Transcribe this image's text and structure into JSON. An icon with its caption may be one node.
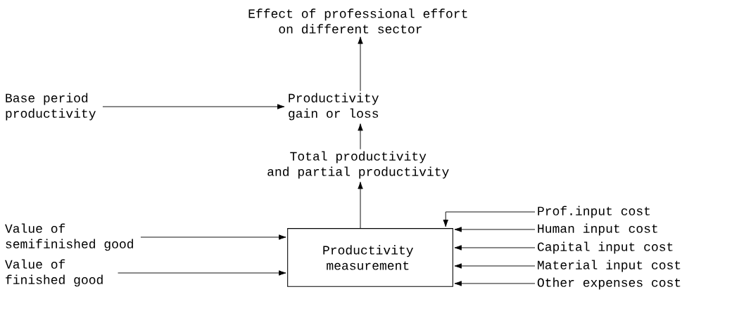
{
  "diagram": {
    "nodes": [
      {
        "text": [
          "Effect of professional effort on different sector"
        ]
      },
      {
        "text": [
          "Base period productivity"
        ]
      },
      {
        "text": [
          "Productivity gain or loss"
        ]
      },
      {
        "text": [
          "Total productivity and partial productivity"
        ]
      },
      {
        "text": [
          "Value of semifinished good"
        ]
      },
      {
        "text": [
          "Productivity measurement"
        ]
      },
      {
        "text": [
          "Value of finished good"
        ]
      },
      {
        "text": [
          "Prof.input cost"
        ]
      },
      {
        "text": [
          "Human input cost"
        ]
      },
      {
        "text": [
          "Capital input cost"
        ]
      },
      {
        "text": [
          "Material input cost"
        ]
      },
      {
        "text": [
          "Other expenses cost"
        ]
      }
    ],
    "edges": [
      {
        "from": 2,
        "to": 0,
        "arrow": "to"
      },
      {
        "from": 1,
        "to": 2,
        "arrow": "to"
      },
      {
        "from": 3,
        "to": 2,
        "arrow": "to"
      },
      {
        "from": 5,
        "to": 3,
        "arrow": "to"
      },
      {
        "from": 4,
        "to": 5,
        "arrow": "to"
      },
      {
        "from": 6,
        "to": 5,
        "arrow": "to"
      },
      {
        "from": 7,
        "to": 5,
        "arrow": "to"
      },
      {
        "from": 8,
        "to": 5,
        "arrow": "to"
      },
      {
        "from": 9,
        "to": 5,
        "arrow": "to"
      },
      {
        "from": 10,
        "to": 5,
        "arrow": "to"
      },
      {
        "from": 11,
        "to": 5,
        "arrow": "to"
      }
    ]
  }
}
